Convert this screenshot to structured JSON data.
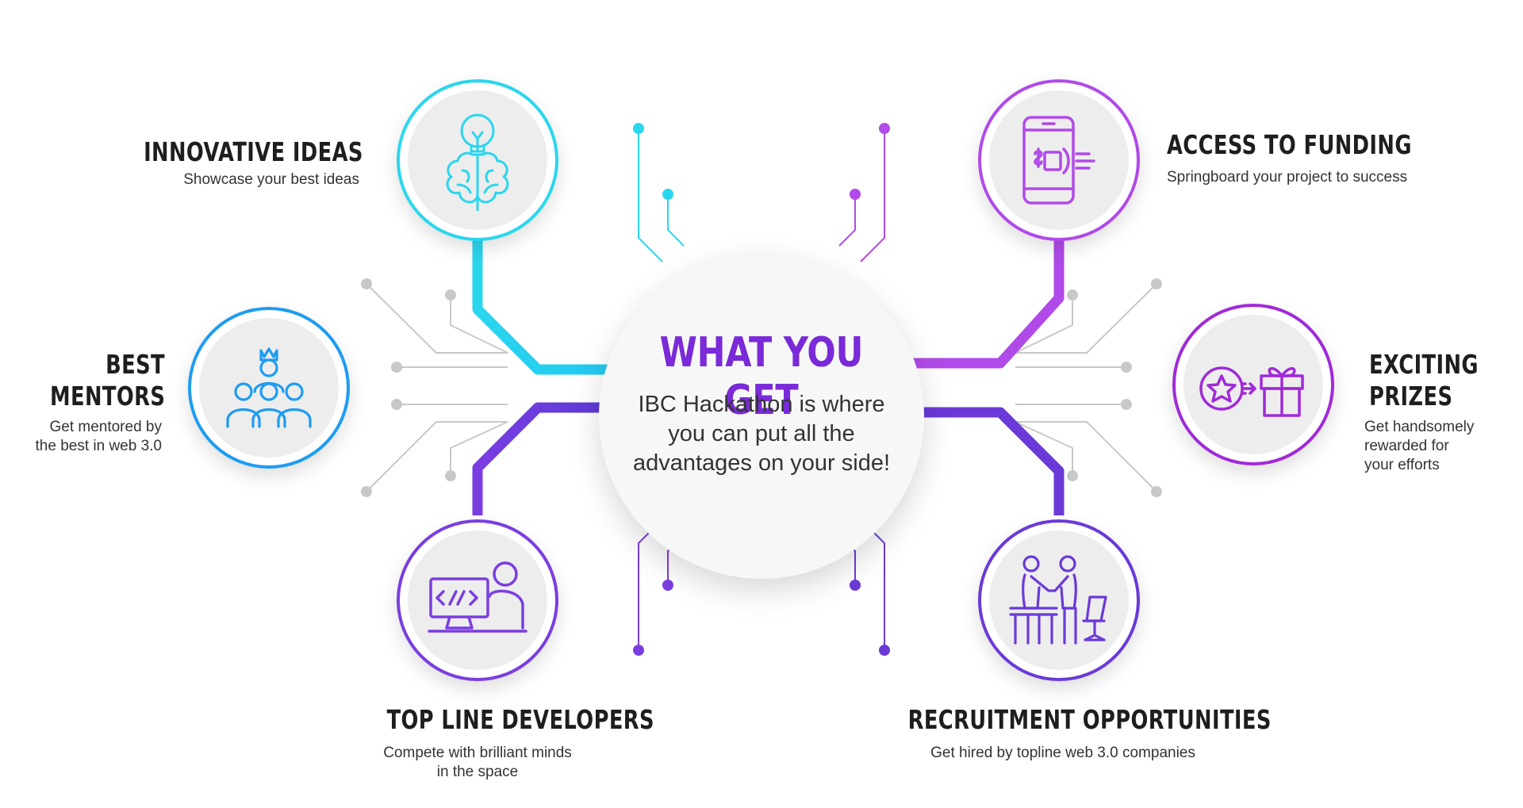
{
  "center": {
    "title_part1": "WHAT YOU ",
    "title_part2": "GET",
    "body": "IBC Hackathon is where you can put all the advantages on your side!"
  },
  "items": [
    {
      "title": "INNOVATIVE IDEAS",
      "description": "Showcase your best ideas",
      "icon": "lightbulb-brain-icon",
      "color": "#2ad6ee"
    },
    {
      "title_line1": "BEST",
      "title_line2": "MENTORS",
      "description_line1": "Get mentored by",
      "description_line2": "the best in web 3.0",
      "icon": "mentor-group-icon",
      "color": "#1e9cf0"
    },
    {
      "title": "TOP LINE DEVELOPERS",
      "description_line1": "Compete with brilliant minds",
      "description_line2": "in the space",
      "icon": "developer-computer-icon",
      "color": "#7a3ee0"
    },
    {
      "title": "ACCESS TO FUNDING",
      "description": "Springboard your project to success",
      "icon": "mobile-payment-icon",
      "color": "#b04ae8"
    },
    {
      "title_line1": "EXCITING",
      "title_line2": "PRIZES",
      "description_line1": "Get handsomely",
      "description_line2": "rewarded for",
      "description_line3": "your efforts",
      "icon": "star-to-gift-icon",
      "color": "#a02ad8"
    },
    {
      "title": "RECRUITMENT OPPORTUNITIES",
      "description": "Get hired by topline web 3.0 companies",
      "icon": "handshake-hiring-icon",
      "color": "#6a3ad8"
    }
  ],
  "colors": {
    "cyan": "#2ad6ee",
    "blue": "#1e9cf0",
    "indigo": "#6a3ad8",
    "magenta": "#b04ae8",
    "purple": "#9a2ad8",
    "grey": "#c8c8c8"
  }
}
